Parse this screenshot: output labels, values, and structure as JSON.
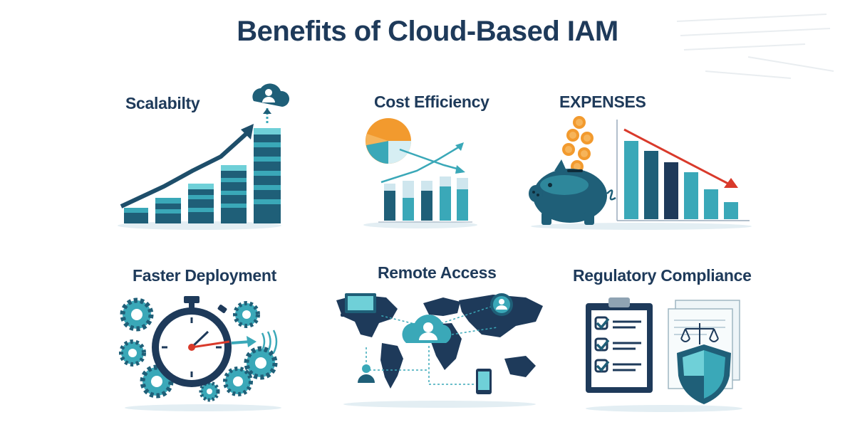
{
  "title": "Benefits of Cloud-Based IAM",
  "panels": [
    {
      "label": "Scalabilty",
      "icon": "bar-growth-cloud-icon"
    },
    {
      "label": "Cost Efficiency",
      "icon": "pie-and-bar-chart-icon"
    },
    {
      "label": "EXPENSES",
      "icon": "piggy-bank-declining-bars-icon"
    },
    {
      "label": "Faster Deployment",
      "icon": "stopwatch-gears-icon"
    },
    {
      "label": "Remote Access",
      "icon": "world-map-cloud-user-icon"
    },
    {
      "label": "Regulatory Compliance",
      "icon": "clipboard-checklist-shield-icon"
    }
  ],
  "colors": {
    "navy": "#1e3a5a",
    "teal": "#3aa8b8",
    "dark_teal": "#1f5f78",
    "light_teal": "#6fd0d8",
    "orange": "#f29a2e",
    "red_arrow": "#d93a2b"
  }
}
